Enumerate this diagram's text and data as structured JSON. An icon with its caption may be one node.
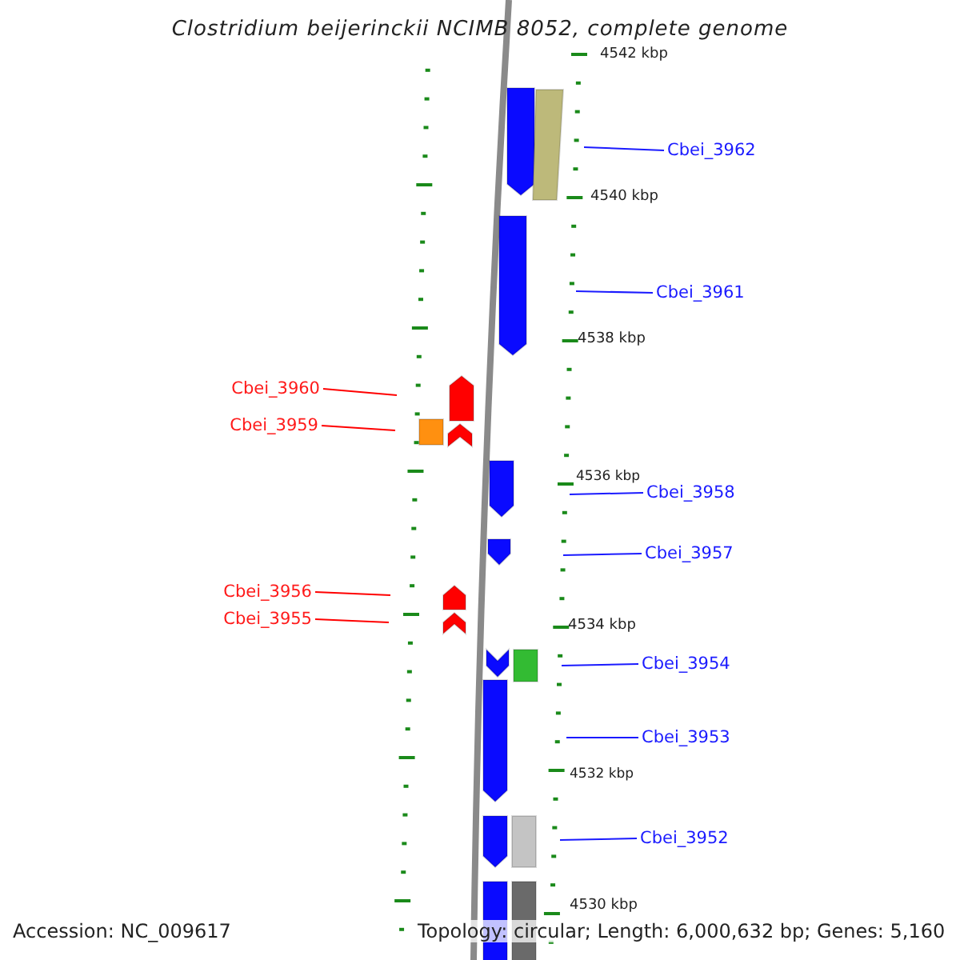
{
  "diagram": {
    "title": "Clostridium beijerinckii NCIMB 8052, complete genome",
    "nodes": [
      {
        "text": [
          "Cbei_3962"
        ]
      },
      {
        "text": [
          "Cbei_3961"
        ]
      },
      {
        "text": [
          "Cbei_3960"
        ]
      },
      {
        "text": [
          "Cbei_3959"
        ]
      },
      {
        "text": [
          "Cbei_3958"
        ]
      },
      {
        "text": [
          "Cbei_3957"
        ]
      },
      {
        "text": [
          "Cbei_3956"
        ]
      },
      {
        "text": [
          "Cbei_3955"
        ]
      },
      {
        "text": [
          "Cbei_3954"
        ]
      },
      {
        "text": [
          "Cbei_3953"
        ]
      },
      {
        "text": [
          "Cbei_3952"
        ]
      }
    ],
    "edges": [
      {
        "from": 0,
        "to": null,
        "arrow": "none"
      },
      {
        "from": 1,
        "to": null,
        "arrow": "none"
      },
      {
        "from": 2,
        "to": null,
        "arrow": "none",
        "color": "#ff0000"
      },
      {
        "from": 3,
        "to": null,
        "arrow": "none",
        "color": "#ff0000"
      },
      {
        "from": 4,
        "to": null,
        "arrow": "none"
      },
      {
        "from": 5,
        "to": null,
        "arrow": "none"
      },
      {
        "from": 6,
        "to": null,
        "arrow": "none",
        "color": "#ff0000"
      },
      {
        "from": 7,
        "to": null,
        "arrow": "none",
        "color": "#ff0000"
      },
      {
        "from": 8,
        "to": null,
        "arrow": "none"
      },
      {
        "from": 9,
        "to": null,
        "arrow": "none"
      },
      {
        "from": 10,
        "to": null,
        "arrow": "none"
      }
    ],
    "labels": [
      "4542 kbp",
      "4540 kbp",
      "4538 kbp",
      "4536 kbp",
      "4534 kbp",
      "4532 kbp",
      "4530 kbp",
      "Accession: NC_009617",
      "Topology: circular; Length: 6,000,632 bp; Genes: 5,160"
    ]
  }
}
